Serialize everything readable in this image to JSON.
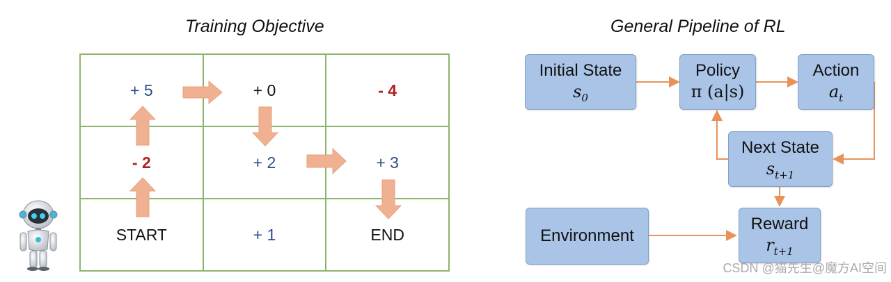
{
  "titles": {
    "left": "Training Objective",
    "right": "General Pipeline of RL"
  },
  "grid": {
    "cells": [
      "+ 5",
      "+ 0",
      "- 4",
      "- 2",
      "+ 2",
      "+ 3",
      "START",
      "+ 1",
      "END"
    ]
  },
  "pipeline": {
    "initial_state": {
      "label": "Initial State",
      "symbol": "s",
      "sub": "0"
    },
    "policy": {
      "label": "Policy",
      "symbol": "π (a|s)"
    },
    "action": {
      "label": "Action",
      "symbol": "a",
      "sub": "t"
    },
    "next_state": {
      "label": "Next State",
      "symbol": "s",
      "sub": "t+1"
    },
    "environment": {
      "label": "Environment"
    },
    "reward": {
      "label": "Reward",
      "symbol": "r",
      "sub": "t+1"
    }
  },
  "colors": {
    "positive": "#2b4c8a",
    "negative": "#b0201e",
    "grid_line": "#8bb56b",
    "box_fill": "#a9c4e6",
    "arrow_orange": "#e8925a",
    "arrow_fill": "#f0b193"
  },
  "watermark": "CSDN @猫先生@魔方AI空间"
}
